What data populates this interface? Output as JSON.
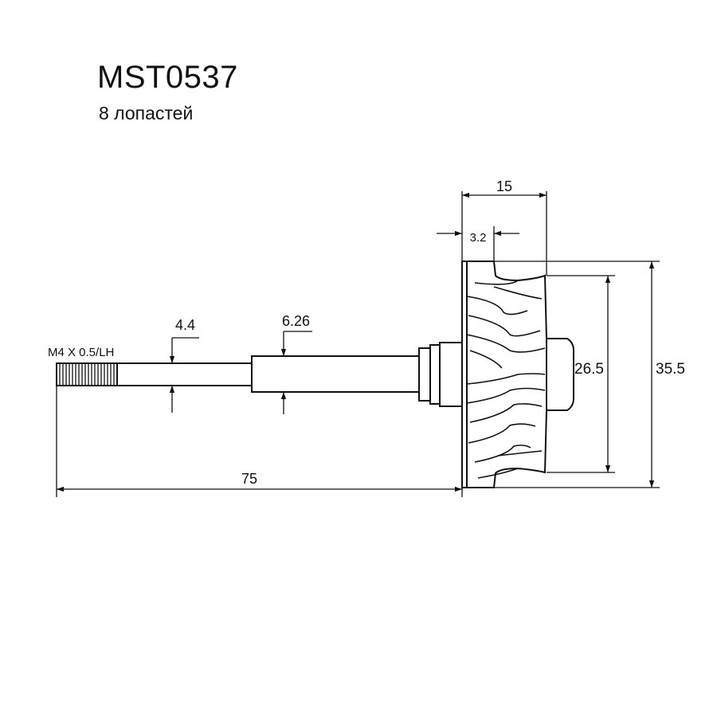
{
  "title": "MST0537",
  "subtitle": "8 лопастей",
  "dimensions": {
    "thread": "M4 X 0.5/LH",
    "shaft_small": "4.4",
    "shaft_large": "6.26",
    "total_length": "75",
    "wheel_width": "15",
    "blade_offset": "3.2",
    "inner_diameter": "26.5",
    "outer_diameter": "35.5"
  }
}
